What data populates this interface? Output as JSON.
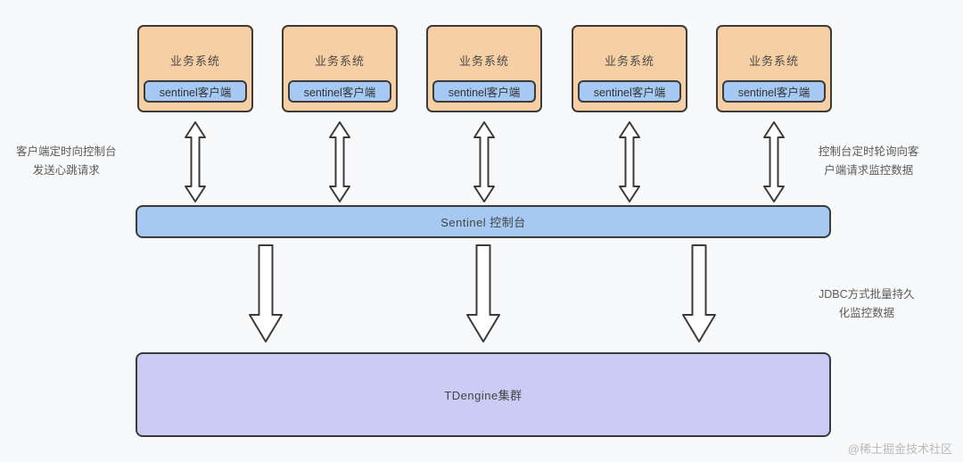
{
  "background_color": "#f8f9fa",
  "colors": {
    "business_box_fill": "#f6cfa4",
    "sentinel_client_fill": "#a5c9f2",
    "console_fill": "#a5c9f2",
    "tdengine_fill": "#cbcbf5",
    "border": "#3b3b3b",
    "arrow_fill": "#ffffff",
    "arrow_stroke": "#3b3b3b"
  },
  "business_systems": [
    {
      "title": "业务系统",
      "client": "sentinel客户端"
    },
    {
      "title": "业务系统",
      "client": "sentinel客户端"
    },
    {
      "title": "业务系统",
      "client": "sentinel客户端"
    },
    {
      "title": "业务系统",
      "client": "sentinel客户端"
    },
    {
      "title": "业务系统",
      "client": "sentinel客户端"
    }
  ],
  "console": {
    "label": "Sentinel 控制台"
  },
  "storage": {
    "label": "TDengine集群"
  },
  "annotations": {
    "heartbeat_line1": "客户端定时向控制台",
    "heartbeat_line2": "发送心跳请求",
    "poll_line1": "控制台定时轮询向客",
    "poll_line2": "户端请求监控数据",
    "jdbc_line1": "JDBC方式批量持久",
    "jdbc_line2": "化监控数据"
  },
  "watermark": {
    "text": "@稀土掘金技术社区"
  }
}
